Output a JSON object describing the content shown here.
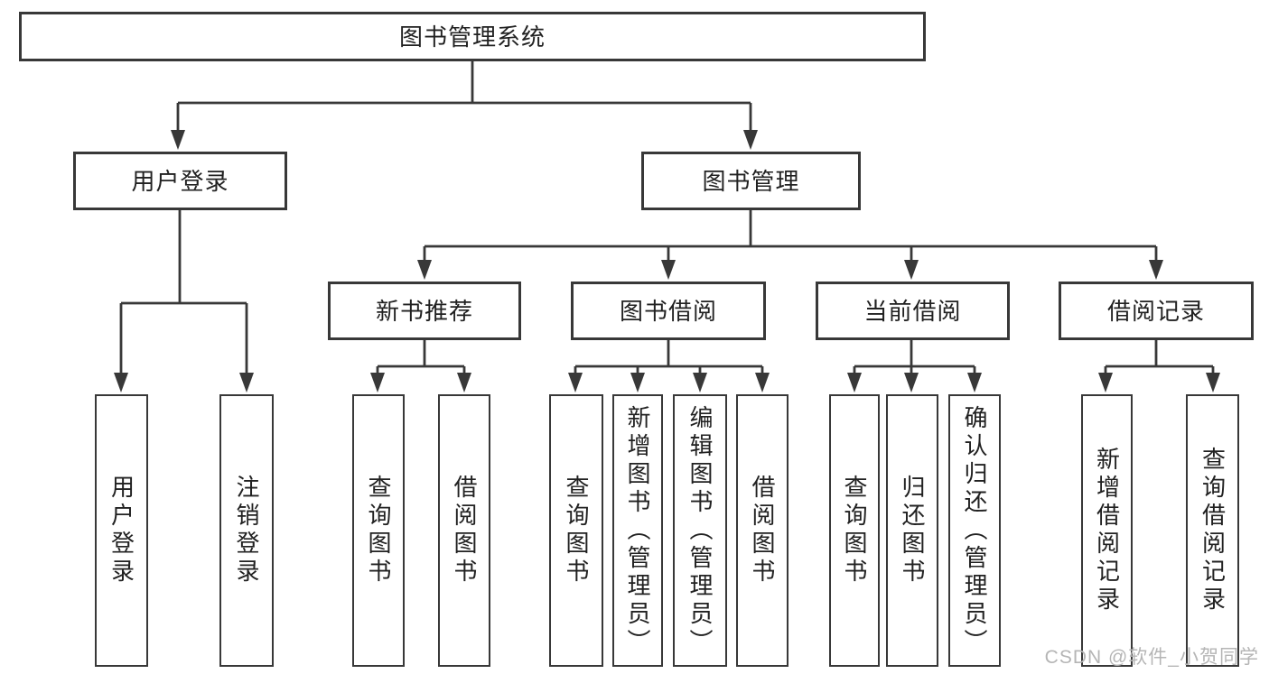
{
  "diagram": {
    "title": "图书管理系统",
    "root": {
      "label": "图书管理系统",
      "children": [
        {
          "label": "用户登录",
          "children": [
            {
              "label": "用户登录"
            },
            {
              "label": "注销登录"
            }
          ]
        },
        {
          "label": "图书管理",
          "children": [
            {
              "label": "新书推荐",
              "children": [
                {
                  "label": "查询图书"
                },
                {
                  "label": "借阅图书"
                }
              ]
            },
            {
              "label": "图书借阅",
              "children": [
                {
                  "label": "查询图书"
                },
                {
                  "label": "新增图书（管理员）"
                },
                {
                  "label": "编辑图书（管理员）"
                },
                {
                  "label": "借阅图书"
                }
              ]
            },
            {
              "label": "当前借阅",
              "children": [
                {
                  "label": "查询图书"
                },
                {
                  "label": "归还图书"
                },
                {
                  "label": "确认归还（管理员）"
                }
              ]
            },
            {
              "label": "借阅记录",
              "children": [
                {
                  "label": "新增借阅记录"
                },
                {
                  "label": "查询借阅记录"
                }
              ]
            }
          ]
        }
      ]
    }
  },
  "watermark": {
    "text": "CSDN @软件_小贺同学"
  },
  "colors": {
    "background": "#ffffff",
    "line": "#383838",
    "box_border": "#383838",
    "box_fill": "#ffffff",
    "text": "#212121",
    "watermark": "#b5b5b5"
  }
}
